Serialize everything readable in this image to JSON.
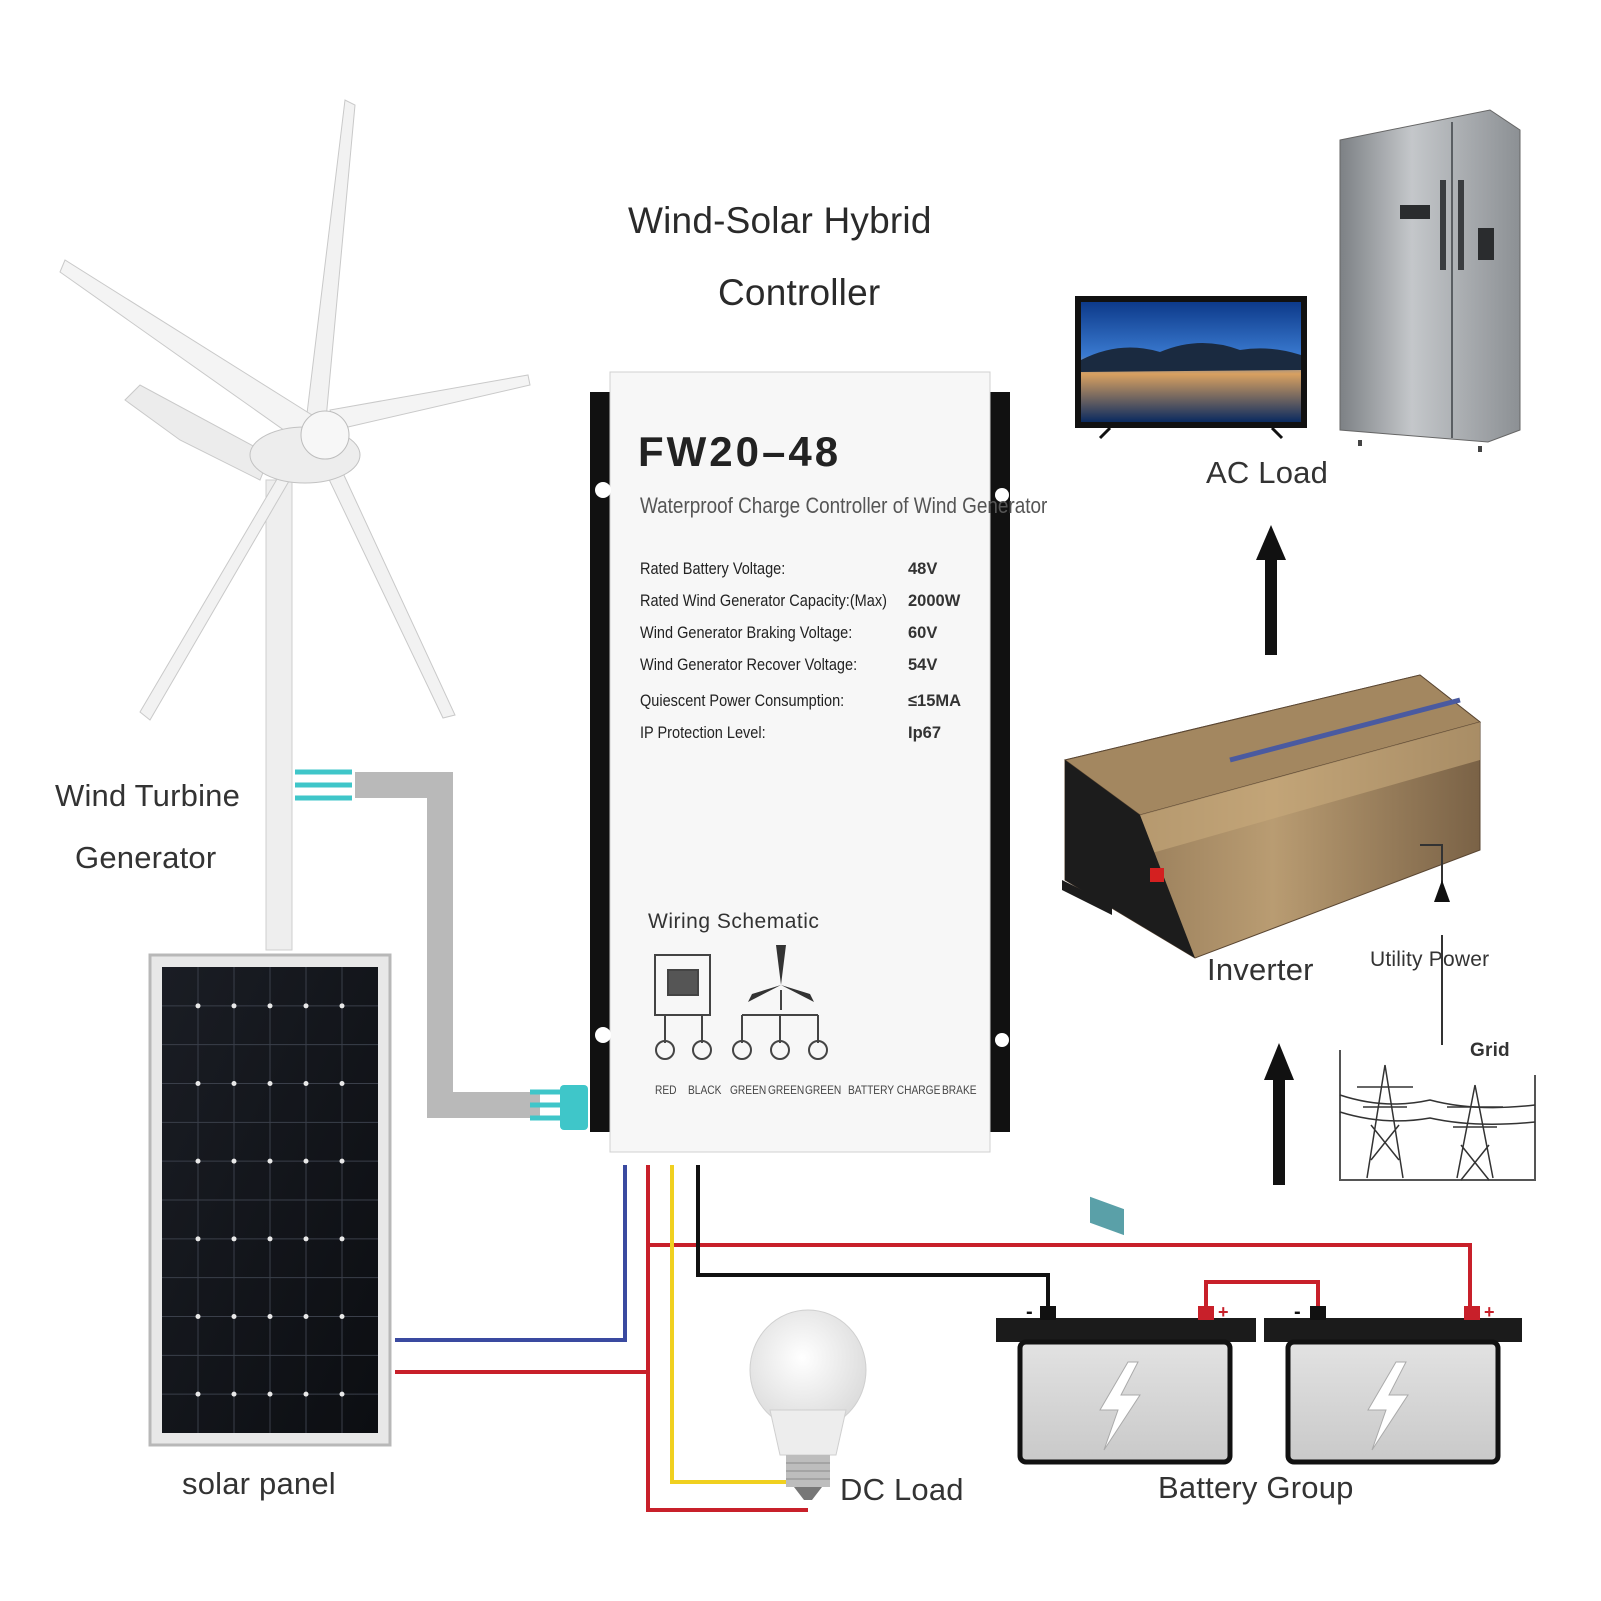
{
  "diagram": {
    "title_line1": "Wind-Solar Hybrid",
    "title_line2": "Controller",
    "components": {
      "wind_turbine_line1": "Wind Turbine",
      "wind_turbine_line2": "Generator",
      "solar_panel": "solar panel",
      "dc_load": "DC Load",
      "battery_group": "Battery Group",
      "ac_load": "AC Load",
      "inverter": "Inverter",
      "utility_power": "Utility Power",
      "grid": "Grid"
    },
    "controller": {
      "model": "FW20–48",
      "subtitle": "Waterproof Charge Controller of Wind Generator",
      "specs": [
        {
          "label": "Rated Battery Voltage:",
          "value": "48V"
        },
        {
          "label": "Rated Wind Generator Capacity:(Max)",
          "value": "2000W"
        },
        {
          "label": "Wind Generator Braking Voltage:",
          "value": "60V"
        },
        {
          "label": "Wind Generator Recover Voltage:",
          "value": "54V"
        },
        {
          "label": "Quiescent Power Consumption:",
          "value": "≤15MA"
        },
        {
          "label": "IP Protection Level:",
          "value": "Ip67"
        }
      ],
      "wiring_title": "Wiring Schematic",
      "terminals": [
        "RED",
        "BLACK",
        "GREEN",
        "GREEN",
        "GREEN",
        "BATTERY CHARGE",
        "BRAKE"
      ]
    },
    "colors": {
      "wire_red": "#c8202a",
      "wire_black": "#111111",
      "wire_blue": "#3a4aa0",
      "wire_yellow": "#f0d020",
      "connector_teal": "#3fc6c9",
      "arrow": "#111111"
    }
  }
}
